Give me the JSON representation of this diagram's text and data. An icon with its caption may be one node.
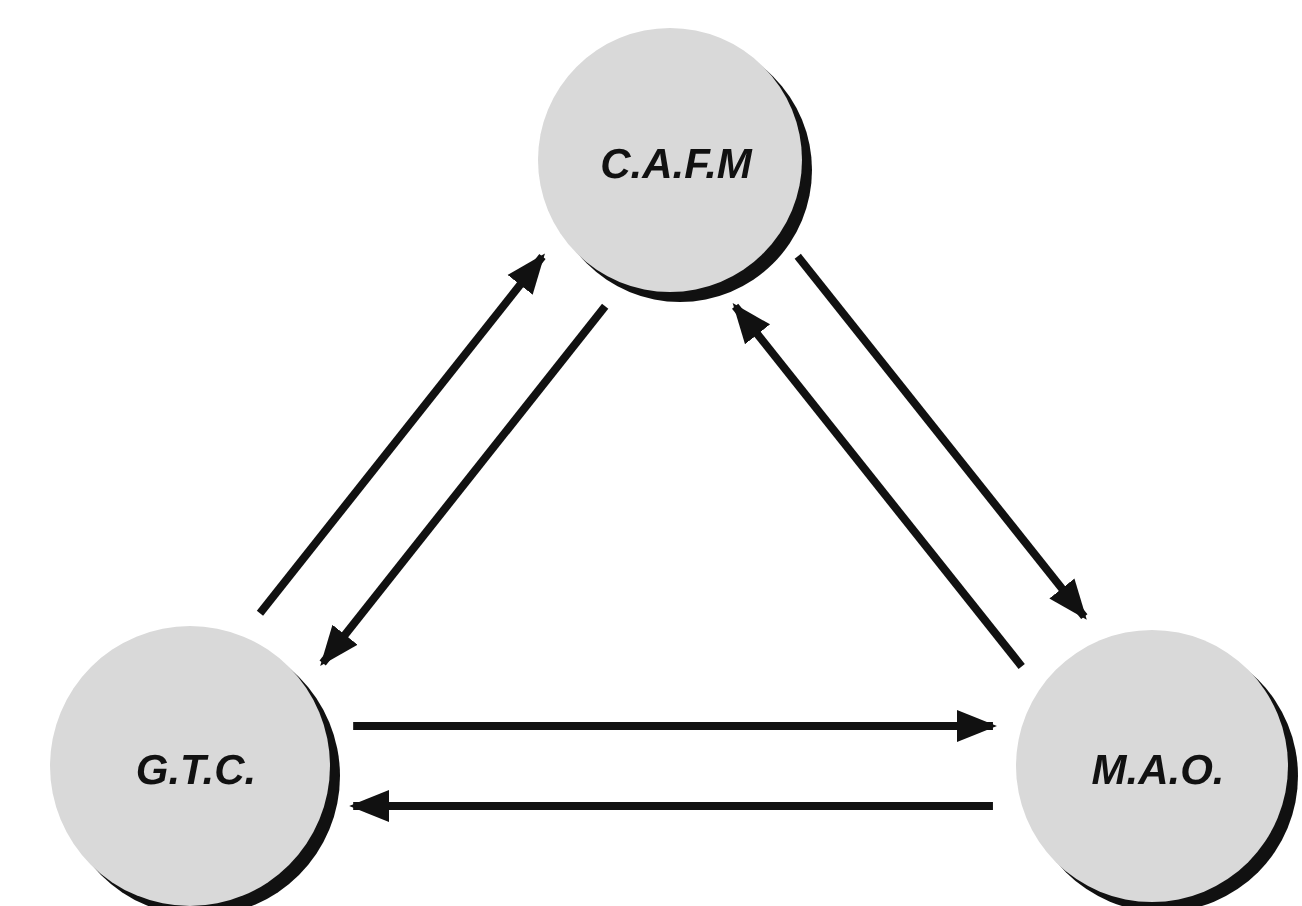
{
  "diagram": {
    "nodes": [
      {
        "text": [
          "C.A.F.M"
        ]
      },
      {
        "text": [
          "G.T.C."
        ]
      },
      {
        "text": [
          "M.A.O."
        ]
      }
    ],
    "edges": [
      {
        "from": 1,
        "to": 0,
        "arrow": "to"
      },
      {
        "from": 0,
        "to": 1,
        "arrow": "to"
      },
      {
        "from": 0,
        "to": 2,
        "arrow": "to"
      },
      {
        "from": 2,
        "to": 0,
        "arrow": "to"
      },
      {
        "from": 1,
        "to": 2,
        "arrow": "to"
      },
      {
        "from": 2,
        "to": 1,
        "arrow": "to"
      }
    ]
  }
}
